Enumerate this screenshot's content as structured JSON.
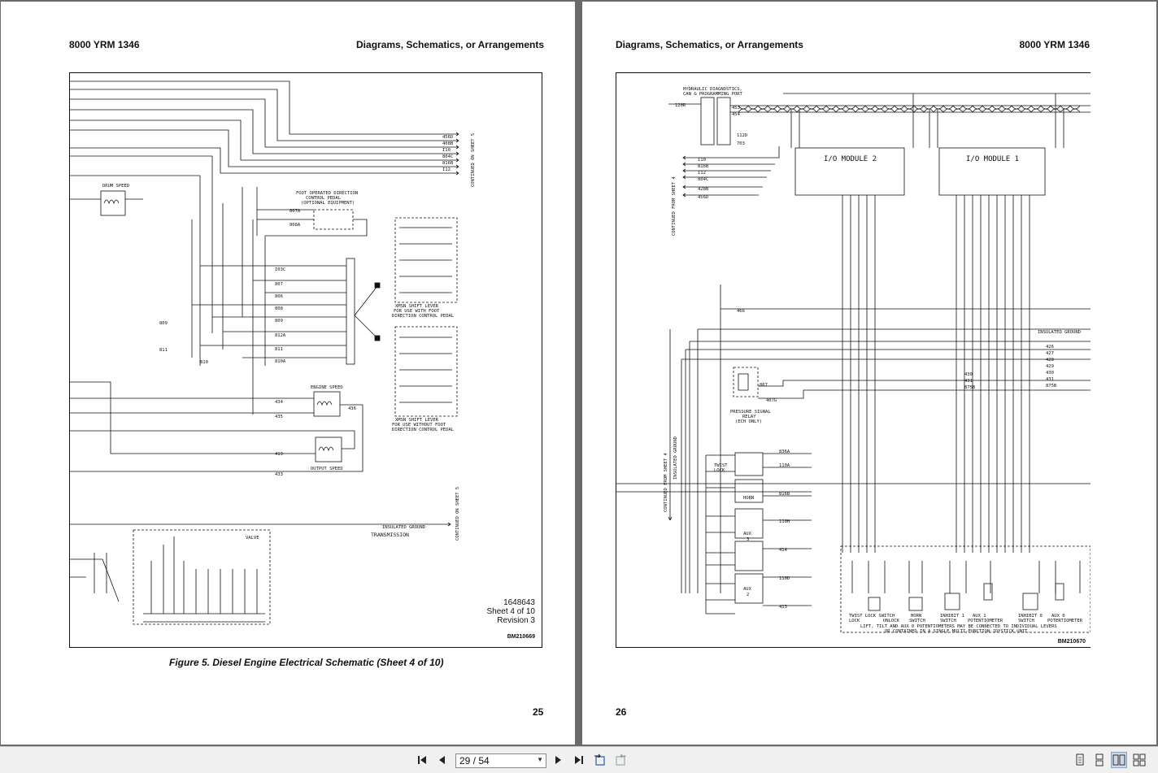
{
  "document": {
    "left_page": {
      "header_left": "8000 YRM 1346",
      "header_right": "Diagrams, Schematics, or Arrangements",
      "drawing_info": [
        "1648643",
        "Sheet 4 of 10",
        "Revision 3"
      ],
      "bm_code": "BM210669",
      "caption": "Figure 5.  Diesel Engine Electrical Schematic (Sheet 4 of 10)",
      "page_number": "25",
      "diagram_labels": {
        "drum_speed": "DRUM SPEED",
        "foot_pedal": [
          "FOOT OPERATED DIRECTION",
          "CONTROL PEDAL",
          "(OPTIONAL EQUIPMENT)"
        ],
        "shift_lever_with": [
          "XMSN SHIFT LEVER",
          "FOR USE WITH FOOT",
          "DIRECTION CONTROL PEDAL"
        ],
        "shift_lever_without": [
          "XMSN SHIFT LEVER",
          "FOR USE WITHOUT FOOT",
          "DIRECTION CONTROL PEDAL"
        ],
        "engine_speed": "ENGINE SPEED",
        "output_speed": "OUTPUT SPEED",
        "continued_1": "CONTINUED ON SHEET 5",
        "continued_2": "CONTINUED ON SHEET 5",
        "insulated_ground": "INSULATED GROUND",
        "transmission": "TRANSMISSION",
        "valve": "VALVE",
        "wire_tags_top": [
          "456D",
          "408B",
          "I10",
          "804C",
          "816B",
          "I12"
        ],
        "wire_tags_mid": [
          "I03C",
          "807",
          "806",
          "808",
          "809",
          "812A",
          "811",
          "810A"
        ],
        "wire_tags_other": [
          "809",
          "811",
          "810",
          "434",
          "435",
          "419",
          "433",
          "807A",
          "808A",
          "436"
        ]
      }
    },
    "right_page": {
      "header_left": "Diagrams, Schematics, or Arrangements",
      "header_right": "8000 YRM 1346",
      "bm_code": "BM210670",
      "page_number": "26",
      "diagram_labels": {
        "diag_port": [
          "HYDRAULIC DIAGNOSTICS,",
          "CAN & PROGRAMMING PORT"
        ],
        "io_module_2": "I/O MODULE 2",
        "io_module_1": "I/O MODULE 1",
        "continued_from_1": "CONTINUED FROM SHEET 4",
        "continued_from_2": "CONTINUED FROM SHEET 4",
        "insulated_ground_left": "INSULATED GROUND",
        "insulated_ground_right": "INSULATED GROUND",
        "pressure_relay": [
          "PRESSURE SIGNAL",
          "RELAY",
          "(ECH ONLY)"
        ],
        "left_tags": [
          "I10",
          "816B",
          "I12",
          "804C",
          "428B",
          "456D"
        ],
        "right_tags_a": [
          "430",
          "431",
          "875B"
        ],
        "right_tags_b": [
          "426",
          "427",
          "428",
          "429",
          "430",
          "431",
          "875B"
        ],
        "switch_labels": [
          "TWIST LOCK",
          "HORN",
          "AUX 3",
          "AUX 2"
        ],
        "bottom_labels": [
          "TWIST LOCK SWITCH",
          "LOCK",
          "UNLOCK",
          "HORN SWITCH",
          "INHIBIT 1 SWITCH",
          "AUX 1 POTENTIOMETER",
          "INHIBIT 0 SWITCH",
          "AUX 0 POTENTIOMETER"
        ],
        "footnote": [
          "LIFT, TILT AND AUX 0 POTENTIOMETERS MAY BE CONNECTED TO INDIVIDUAL LEVERS",
          "OR CONTAINED IN A SINGLE MULTI-FUNCTION JOYSTICK UNIT."
        ],
        "tag_120r": "120R",
        "tag_453": "453",
        "tag_454": "454",
        "tag_112d": "112D",
        "tag_703": "703",
        "tag_466": "466",
        "tag_867": "867",
        "tag_407g": "407G",
        "tag_836a": "836A",
        "tag_110a": "110A",
        "tag_816b": "816B",
        "tag_110h": "110H",
        "tag_414": "414",
        "tag_110d": "110D",
        "tag_413": "413"
      }
    }
  },
  "toolbar": {
    "page_value": "29 / 54",
    "first_page": "first-page",
    "prev_page": "previous-page",
    "next_page": "next-page",
    "last_page": "last-page"
  }
}
